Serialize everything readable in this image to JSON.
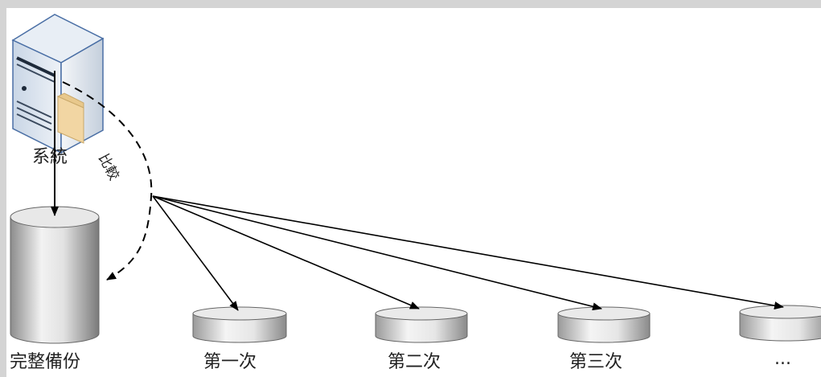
{
  "labels": {
    "system": "系統",
    "compare": "比較",
    "full_backup": "完整備份",
    "inc1": "第一次",
    "inc2": "第二次",
    "inc3": "第三次",
    "more": "..."
  },
  "colors": {
    "background": "#ffffff",
    "frame": "#d4d4d4",
    "server_body": "#d7e2ef",
    "server_edge": "#4a6fa5",
    "folder": "#f2d6a3",
    "disk_light": "#f4f4f4",
    "disk_dark": "#9a9a9a",
    "line": "#000000"
  },
  "icons": [
    "server-icon",
    "folder-icon",
    "database-cylinder-icon",
    "disk-icon"
  ]
}
